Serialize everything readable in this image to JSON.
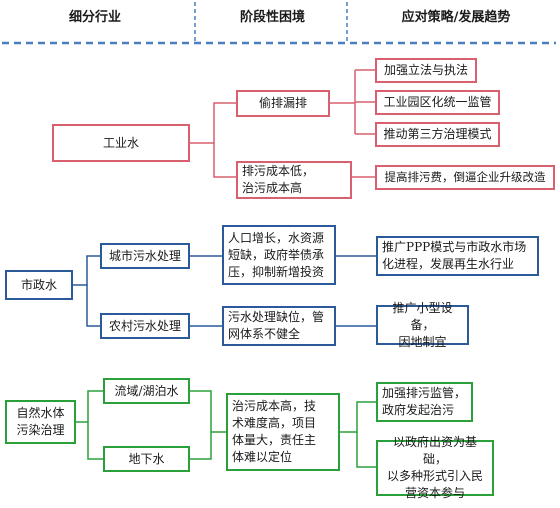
{
  "header": {
    "col1": "细分行业",
    "col2": "阶段性困境",
    "col3": "应对策略/发展趋势"
  },
  "industrial": {
    "root": "工业水",
    "problems": [
      "偷排漏排",
      "排污成本低，\n治污成本高"
    ],
    "strategies": [
      "加强立法与执法",
      "工业园区化统一监管",
      "推动第三方治理模式",
      "提高排污费，倒逼企业升级改造"
    ]
  },
  "municipal": {
    "root": "市政水",
    "segments": [
      "城市污水处理",
      "农村污水处理"
    ],
    "problems": [
      "人口增长，水资源\n短缺，政府举债承\n压，抑制新增投资",
      "污水处理缺位，管\n网体系不健全"
    ],
    "strategies": [
      "推广PPP模式与市政水市场\n化进程，发展再生水行业",
      "推广小型设备，\n因地制宜"
    ]
  },
  "natural": {
    "root": "自然水体\n污染治理",
    "segments": [
      "流域/湖泊水",
      "地下水"
    ],
    "problem": "治污成本高，技\n术难度高，项目\n体量大，责任主\n体难以定位",
    "strategies": [
      "加强排污监管，\n政府发起治污",
      "以政府出资为基础，\n以多种形式引入民\n营资本参与"
    ]
  },
  "colors": {
    "industrial": "#d9606e",
    "municipal": "#2a5a9a",
    "natural": "#2aa03a",
    "divider": "#4a7fc0"
  }
}
